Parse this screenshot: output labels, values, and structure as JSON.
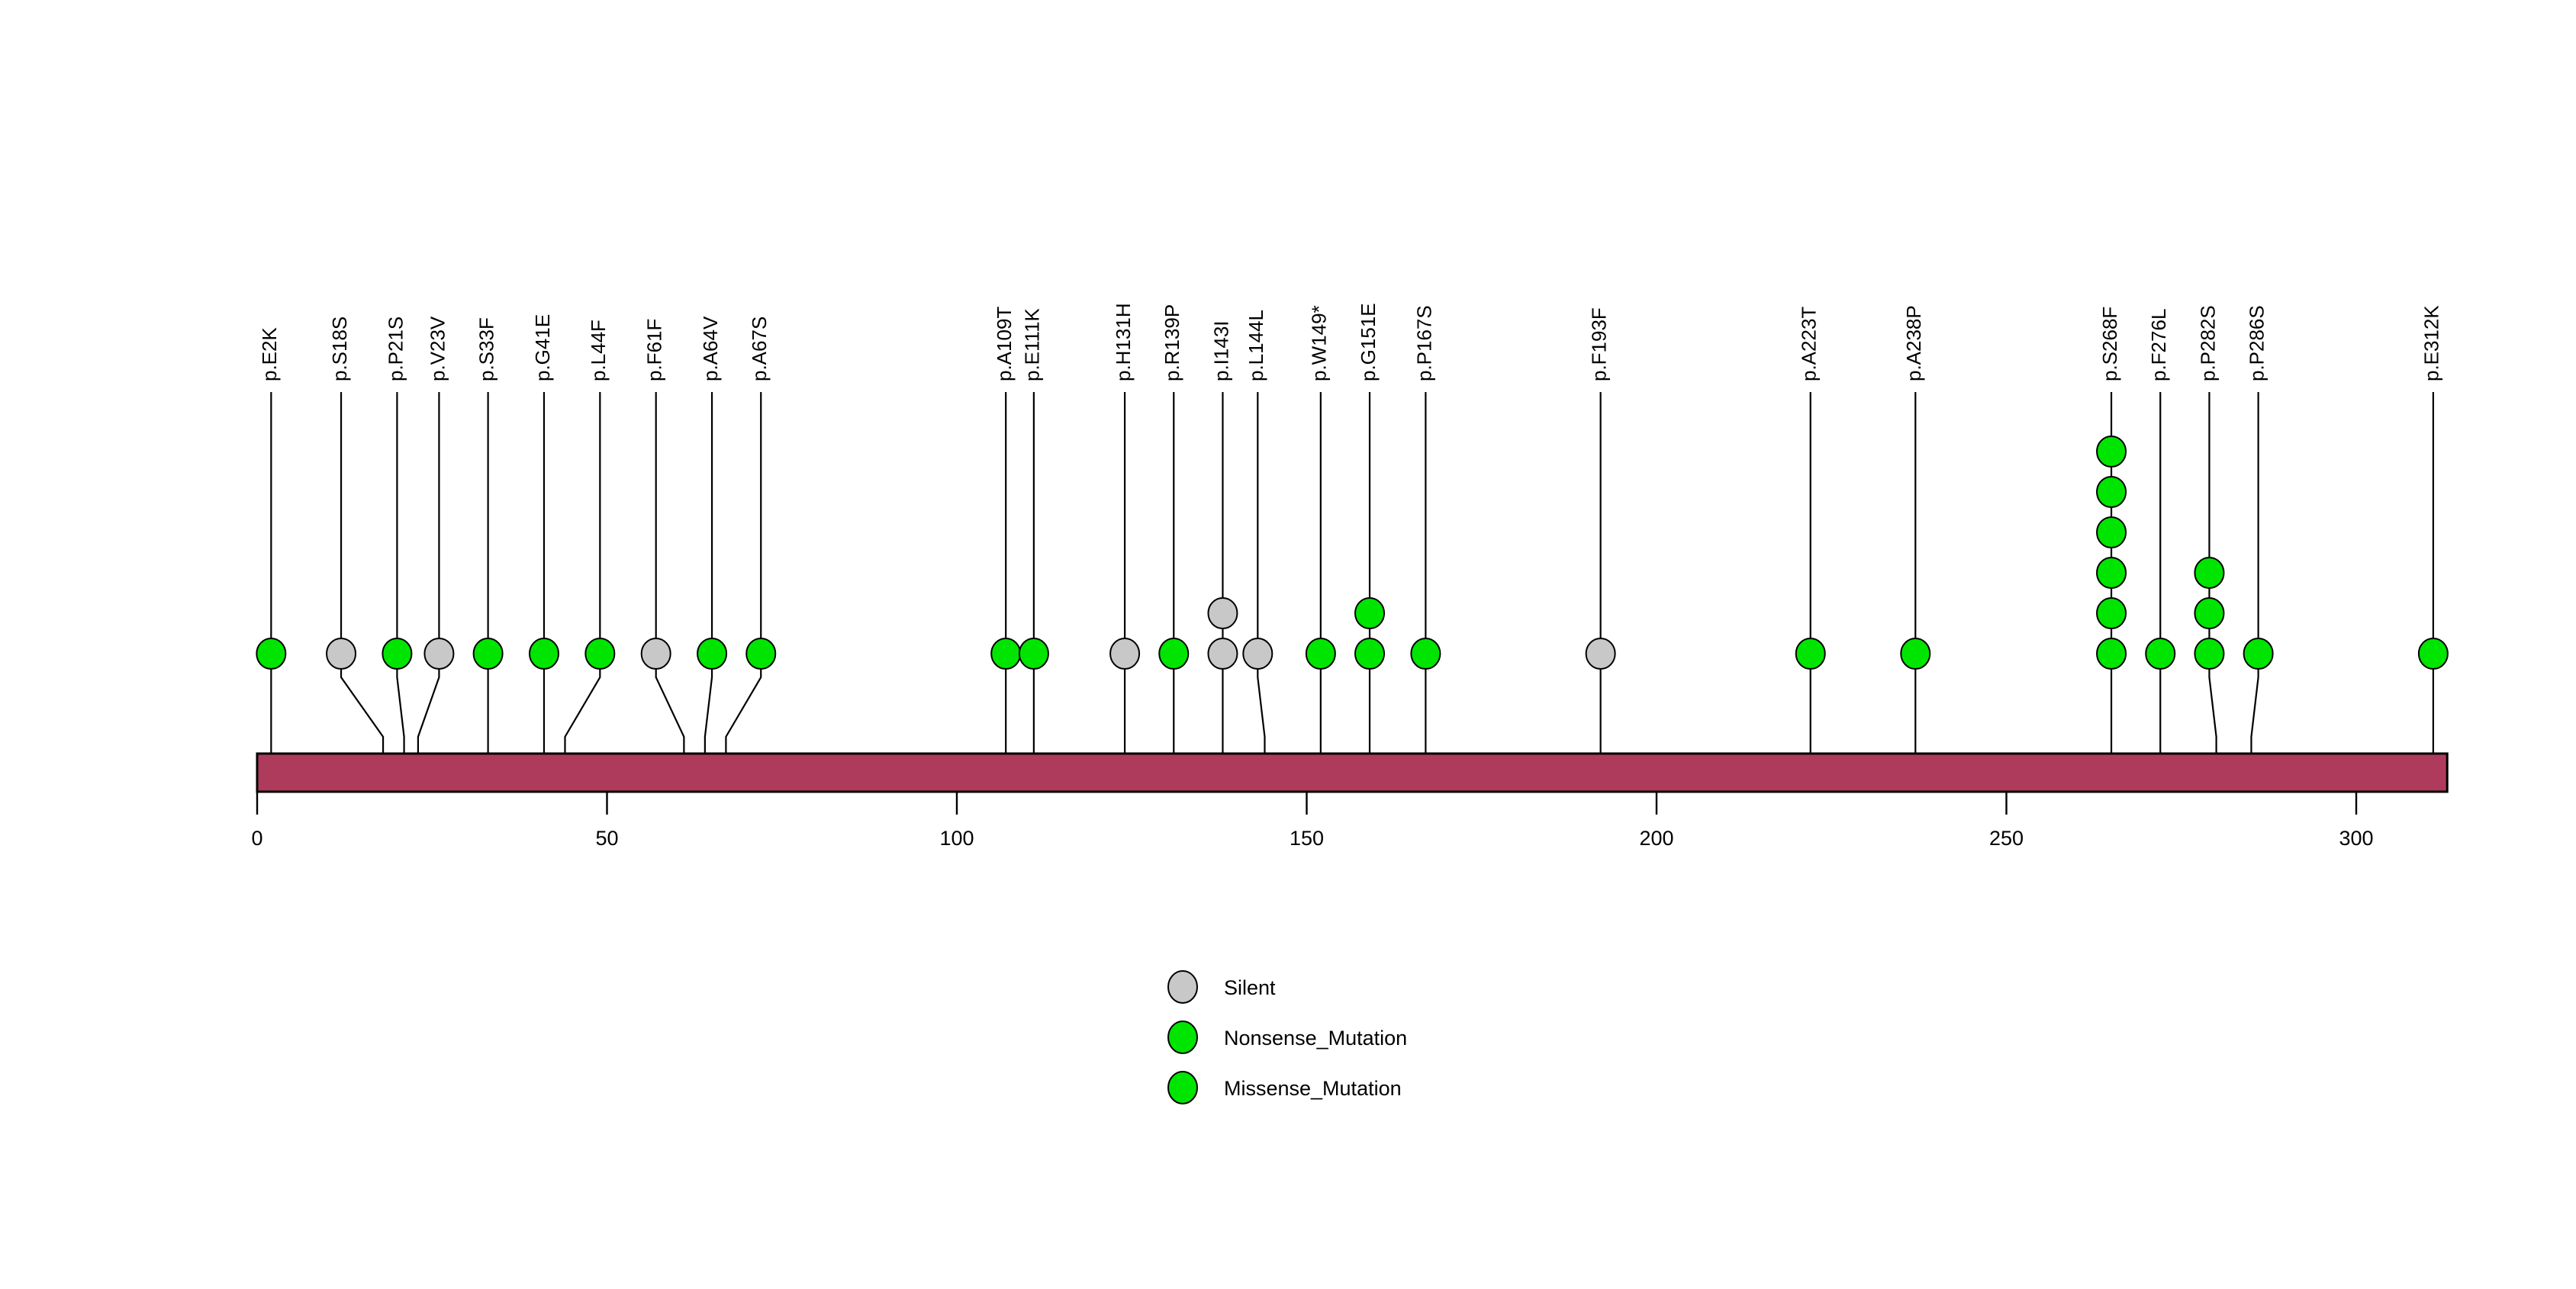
{
  "chart_data": {
    "type": "lollipop",
    "title": "",
    "xlabel": "",
    "ylabel": "",
    "protein_length": 313,
    "xlim": [
      0,
      313
    ],
    "axis_ticks": [
      0,
      50,
      100,
      150,
      200,
      250,
      300
    ],
    "axis_tick_labels": [
      "0",
      "50",
      "100",
      "150",
      "200",
      "250",
      "300"
    ],
    "domain_bar": {
      "start": 0,
      "end": 313,
      "color": "#AE3B5C",
      "label": ""
    },
    "colors": {
      "Silent": "#C8C8C8",
      "Nonsense_Mutation": "#00E500",
      "Missense_Mutation": "#00E500",
      "bar": "#AE3B5C",
      "stem": "#000000"
    },
    "legend": {
      "position": "bottom-center",
      "entries": [
        {
          "label": "Silent",
          "color": "#C8C8C8"
        },
        {
          "label": "Nonsense_Mutation",
          "color": "#00E500"
        },
        {
          "label": "Missense_Mutation",
          "color": "#00E500"
        }
      ]
    },
    "mutations": [
      {
        "label": "p.E2K",
        "position": 2,
        "count": 1,
        "class": "Missense_Mutation",
        "color": "#00E500",
        "label_x": 2
      },
      {
        "label": "p.S18S",
        "position": 18,
        "count": 1,
        "class": "Silent",
        "color": "#C8C8C8",
        "label_x": 12
      },
      {
        "label": "p.P21S",
        "position": 21,
        "count": 1,
        "class": "Missense_Mutation",
        "color": "#00E500",
        "label_x": 20
      },
      {
        "label": "p.V23V",
        "position": 23,
        "count": 1,
        "class": "Silent",
        "color": "#C8C8C8",
        "label_x": 26
      },
      {
        "label": "p.S33F",
        "position": 33,
        "count": 1,
        "class": "Missense_Mutation",
        "color": "#00E500",
        "label_x": 33
      },
      {
        "label": "p.G41E",
        "position": 41,
        "count": 1,
        "class": "Missense_Mutation",
        "color": "#00E500",
        "label_x": 41
      },
      {
        "label": "p.L44F",
        "position": 44,
        "count": 1,
        "class": "Missense_Mutation",
        "color": "#00E500",
        "label_x": 49
      },
      {
        "label": "p.F61F",
        "position": 61,
        "count": 1,
        "class": "Silent",
        "color": "#C8C8C8",
        "label_x": 57
      },
      {
        "label": "p.A64V",
        "position": 64,
        "count": 1,
        "class": "Missense_Mutation",
        "color": "#00E500",
        "label_x": 65
      },
      {
        "label": "p.A67S",
        "position": 67,
        "count": 1,
        "class": "Missense_Mutation",
        "color": "#00E500",
        "label_x": 72
      },
      {
        "label": "p.A109T",
        "position": 107,
        "count": 1,
        "class": "Missense_Mutation",
        "color": "#00E500",
        "label_x": 107
      },
      {
        "label": "p.E111K",
        "position": 111,
        "count": 1,
        "class": "Missense_Mutation",
        "color": "#00E500",
        "label_x": 111
      },
      {
        "label": "p.H131H",
        "position": 124,
        "count": 1,
        "class": "Silent",
        "color": "#C8C8C8",
        "label_x": 124
      },
      {
        "label": "p.R139P",
        "position": 131,
        "count": 1,
        "class": "Missense_Mutation",
        "color": "#00E500",
        "label_x": 131
      },
      {
        "label": "p.I143I",
        "position": 138,
        "count": 2,
        "class": "Silent",
        "color": "#C8C8C8",
        "label_x": 138
      },
      {
        "label": "p.L144L",
        "position": 144,
        "count": 1,
        "class": "Silent",
        "color": "#C8C8C8",
        "label_x": 143
      },
      {
        "label": "p.W149*",
        "position": 152,
        "count": 1,
        "class": "Nonsense_Mutation",
        "color": "#00E500",
        "label_x": 152
      },
      {
        "label": "p.G151E",
        "position": 159,
        "count": 2,
        "class": "Missense_Mutation",
        "color": "#00E500",
        "label_x": 159
      },
      {
        "label": "p.P167S",
        "position": 167,
        "count": 1,
        "class": "Missense_Mutation",
        "color": "#00E500",
        "label_x": 167
      },
      {
        "label": "p.F193F",
        "position": 192,
        "count": 1,
        "class": "Silent",
        "color": "#C8C8C8",
        "label_x": 192
      },
      {
        "label": "p.A223T",
        "position": 222,
        "count": 1,
        "class": "Missense_Mutation",
        "color": "#00E500",
        "label_x": 222
      },
      {
        "label": "p.A238P",
        "position": 237,
        "count": 1,
        "class": "Missense_Mutation",
        "color": "#00E500",
        "label_x": 237
      },
      {
        "label": "p.S268F",
        "position": 265,
        "count": 6,
        "class": "Missense_Mutation",
        "color": "#00E500",
        "label_x": 265
      },
      {
        "label": "p.F276L",
        "position": 272,
        "count": 1,
        "class": "Missense_Mutation",
        "color": "#00E500",
        "label_x": 272
      },
      {
        "label": "p.P282S",
        "position": 280,
        "count": 3,
        "class": "Missense_Mutation",
        "color": "#00E500",
        "label_x": 279
      },
      {
        "label": "p.P286S",
        "position": 285,
        "count": 1,
        "class": "Missense_Mutation",
        "color": "#00E500",
        "label_x": 286
      },
      {
        "label": "p.E312K",
        "position": 311,
        "count": 1,
        "class": "Missense_Mutation",
        "color": "#00E500",
        "label_x": 311
      }
    ]
  }
}
